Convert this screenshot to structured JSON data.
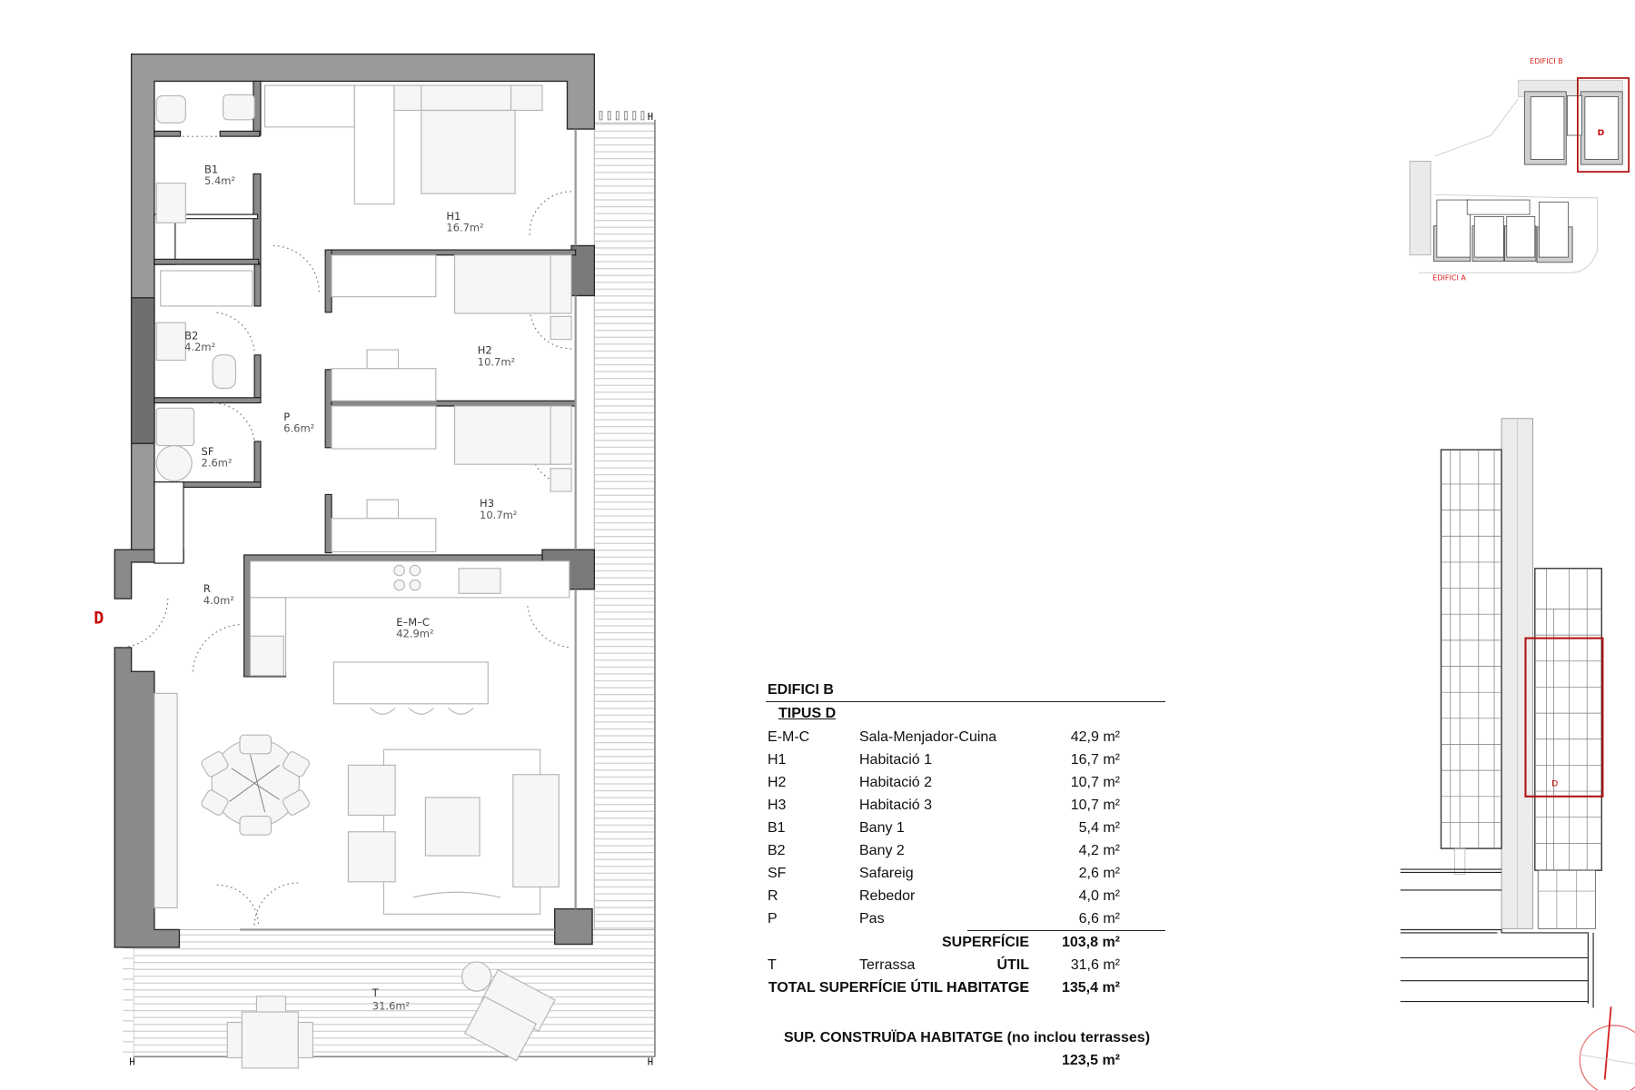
{
  "plan": {
    "unit_marker": "D",
    "rooms": [
      {
        "code": "B1",
        "area": "5.4m²"
      },
      {
        "code": "H1",
        "area": "16.7m²"
      },
      {
        "code": "B2",
        "area": "4.2m²"
      },
      {
        "code": "H2",
        "area": "10.7m²"
      },
      {
        "code": "P",
        "area": "6.6m²"
      },
      {
        "code": "SF",
        "area": "2.6m²"
      },
      {
        "code": "H3",
        "area": "10.7m²"
      },
      {
        "code": "R",
        "area": "4.0m²"
      },
      {
        "code": "E–M–C",
        "area": "42.9m²"
      },
      {
        "code": "T",
        "area": "31.6m²"
      }
    ]
  },
  "key_plan": {
    "building_b_label": "EDIFICI B",
    "building_a_label": "EDIFICI A",
    "unit_marker": "D",
    "highlight_color": "#b01010"
  },
  "elevation": {
    "unit_marker": "D",
    "highlight_color": "#b01010"
  },
  "surface_table": {
    "building": "EDIFICI B",
    "type": "TIPUS D",
    "rows": [
      {
        "code": "E-M-C",
        "name": "Sala-Menjador-Cuina",
        "area": "42,9 m²"
      },
      {
        "code": "H1",
        "name": "Habitació 1",
        "area": "16,7 m²"
      },
      {
        "code": "H2",
        "name": "Habitació 2",
        "area": "10,7 m²"
      },
      {
        "code": "H3",
        "name": "Habitació 3",
        "area": "10,7 m²"
      },
      {
        "code": "B1",
        "name": "Bany 1",
        "area": "5,4 m²"
      },
      {
        "code": "B2",
        "name": "Bany 2",
        "area": "4,2 m²"
      },
      {
        "code": "SF",
        "name": "Safareig",
        "area": "2,6 m²"
      },
      {
        "code": "R",
        "name": "Rebedor",
        "area": "4,0 m²"
      },
      {
        "code": "P",
        "name": "Pas",
        "area": "6,6 m²"
      }
    ],
    "useful_label": "SUPERFÍCIE ÚTIL HABITATGE",
    "useful_area": "103,8 m²",
    "terrace": {
      "code": "T",
      "name": "Terrassa",
      "area": "31,6 m²"
    },
    "total_label": "TOTAL SUPERFÍCIE ÚTIL HABITATGE",
    "total_area": "135,4 m²",
    "built_label": "SUP. CONSTRUÏDA  HABITATGE (no inclou terrasses)",
    "built_area": "123,5 m²"
  }
}
